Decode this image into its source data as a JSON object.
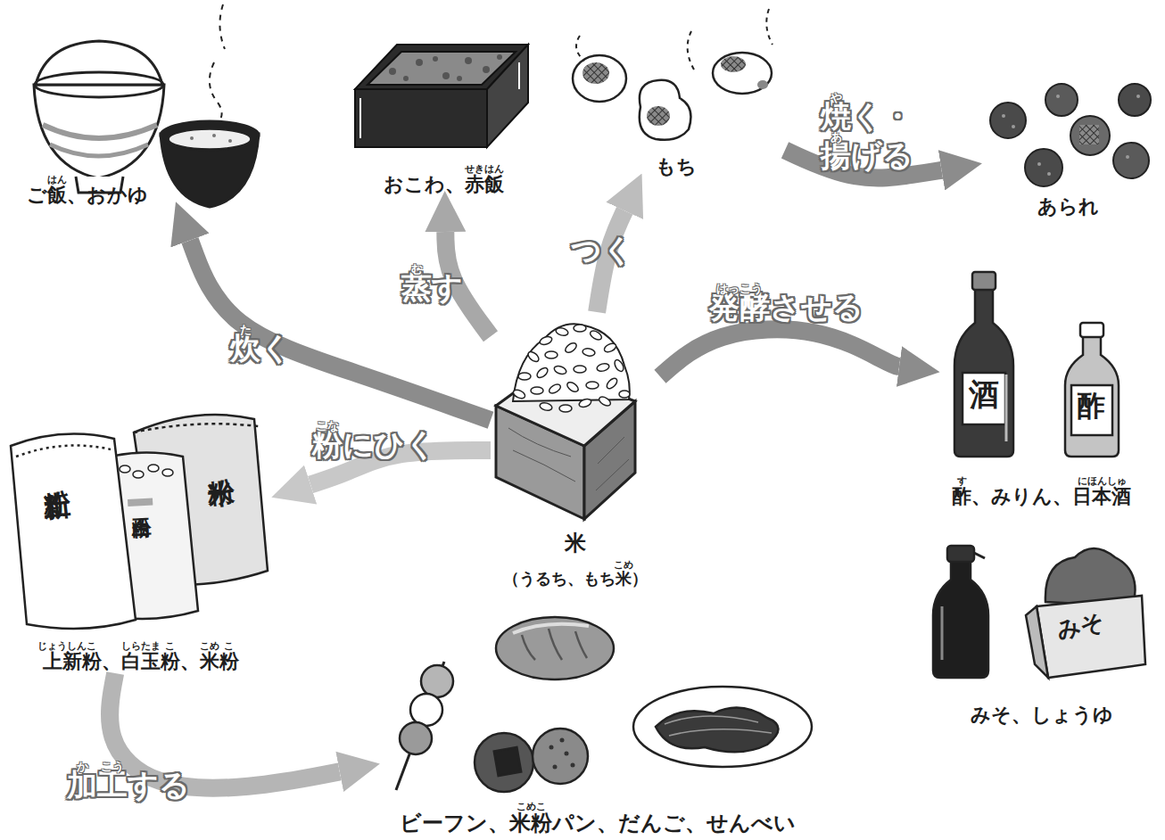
{
  "diagram": {
    "nodes": [
      {
        "text": [
          "ご飯、おかゆ"
        ]
      },
      {
        "text": [
          "おこわ、赤飯"
        ]
      },
      {
        "text": [
          "もち"
        ]
      },
      {
        "text": [
          "あられ"
        ]
      },
      {
        "text": [
          "米",
          "（うるち、もち米）"
        ]
      },
      {
        "text": [
          "酢、みりん、日本酒"
        ]
      },
      {
        "text": [
          "みそ、しょうゆ"
        ]
      },
      {
        "text": [
          "上新粉、白玉粉、米粉"
        ]
      },
      {
        "text": [
          "ビーフン、米粉パン、だんご、せんべい"
        ]
      }
    ],
    "edges": [
      {
        "from": 4,
        "to": 0,
        "label": "炊く",
        "arrow": "to"
      },
      {
        "from": 4,
        "to": 1,
        "label": "蒸す",
        "arrow": "to"
      },
      {
        "from": 4,
        "to": 2,
        "label": "つく",
        "arrow": "to"
      },
      {
        "from": 2,
        "to": 3,
        "label": "焼く・揚げる",
        "arrow": "to"
      },
      {
        "from": 4,
        "to": 5,
        "label": "発酵させる",
        "arrow": "to"
      },
      {
        "from": 4,
        "to": 7,
        "label": "粉にひく",
        "arrow": "to"
      },
      {
        "from": 7,
        "to": 8,
        "label": "加工する",
        "arrow": "to"
      }
    ],
    "labels": [
      "上新粉",
      "白玉粉",
      "米粉",
      "酒",
      "酢",
      "みそ",
      "はん",
      "せきはん",
      "こめ",
      "す",
      "にほんしゅ",
      "じょうしん",
      "こ",
      "しらたま",
      "こ",
      "こめ",
      "こ",
      "こめこ",
      "た",
      "む",
      "や",
      "あ",
      "はっこう",
      "こな",
      "か",
      "こう"
    ]
  }
}
